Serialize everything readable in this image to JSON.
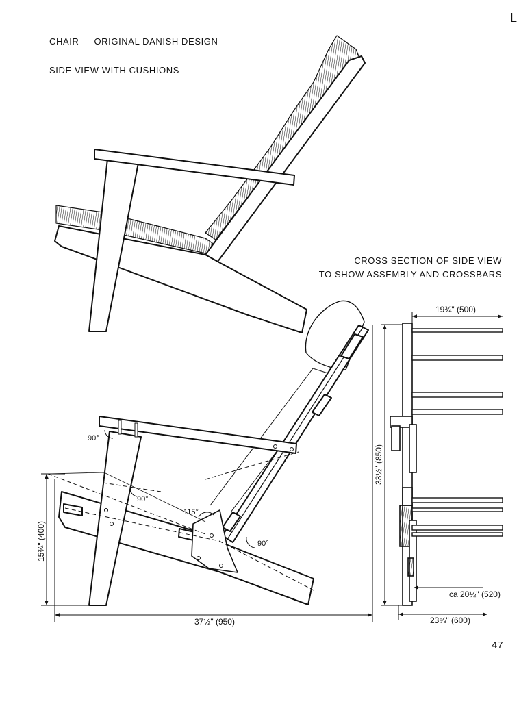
{
  "corner_mark": "L",
  "title": "CHAIR — ORIGINAL DANISH DESIGN",
  "subtitle": "SIDE VIEW WITH CUSHIONS",
  "cross_section_caption": {
    "line1": "CROSS SECTION OF SIDE VIEW",
    "line2": "TO SHOW ASSEMBLY AND CROSSBARS"
  },
  "assembly_view": {
    "angles": [
      "90°",
      "90°",
      "115°",
      "90°"
    ],
    "height_dimension": "15¾\" (400)",
    "depth_dimension": "37½\" (950)"
  },
  "cross_section_view": {
    "seat_width_dimension": "19¾\" (500)",
    "height_dimension": "33½\" (850)",
    "inner_width_dimension": "ca 20½\" (520)",
    "overall_width_dimension": "23⅝\" (600)"
  },
  "page_number": "47"
}
